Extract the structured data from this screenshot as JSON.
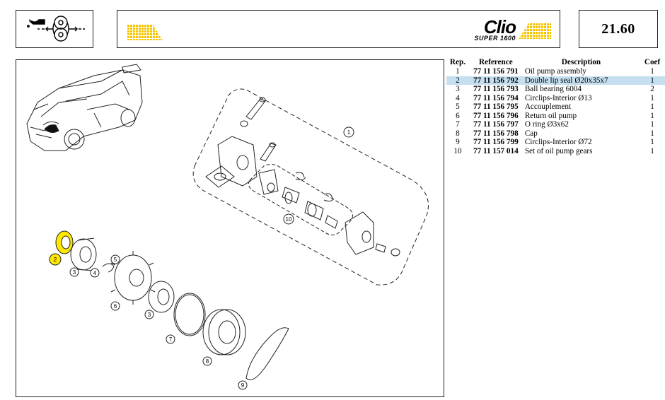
{
  "header": {
    "page_ref": "21.60",
    "logo_main": "Clio",
    "logo_sub": "SUPER 1600"
  },
  "colors": {
    "highlight": "#ffe800",
    "selected_row": "#c5dff1",
    "accent_yellow": "#f6c400"
  },
  "icons": {
    "header_icon": "oil-pump-icon"
  },
  "table": {
    "columns": [
      "Rep.",
      "Reference",
      "Description",
      "Coef"
    ],
    "rows": [
      {
        "rep": "1",
        "reference": "77 11 156 791",
        "description": "Oil pump assembly",
        "coef": "1"
      },
      {
        "rep": "2",
        "reference": "77 11 156 792",
        "description": "Double lip seal Ø20x35x7",
        "coef": "1"
      },
      {
        "rep": "3",
        "reference": "77 11 156 793",
        "description": "Ball bearing 6004",
        "coef": "2"
      },
      {
        "rep": "4",
        "reference": "77 11 156 794",
        "description": "Circlips-Interior Ø13",
        "coef": "1"
      },
      {
        "rep": "5",
        "reference": "77 11 156 795",
        "description": "Accouplement",
        "coef": "1"
      },
      {
        "rep": "6",
        "reference": "77 11 156 796",
        "description": "Return oil pump",
        "coef": "1"
      },
      {
        "rep": "7",
        "reference": "77 11 156 797",
        "description": "O ring Ø3x62",
        "coef": "1"
      },
      {
        "rep": "8",
        "reference": "77 11 156 798",
        "description": "Cap",
        "coef": "1"
      },
      {
        "rep": "9",
        "reference": "77 11 156 799",
        "description": "Circlips-Interior Ø72",
        "coef": "1"
      },
      {
        "rep": "10",
        "reference": "77 11 157 014",
        "description": "Set of oil pump gears",
        "coef": "1"
      }
    ],
    "selected_rep": "2"
  },
  "diagram": {
    "callouts": [
      "1",
      "2",
      "3",
      "4",
      "5",
      "6",
      "3",
      "7",
      "8",
      "9",
      "10"
    ],
    "highlighted_callout": "2"
  }
}
